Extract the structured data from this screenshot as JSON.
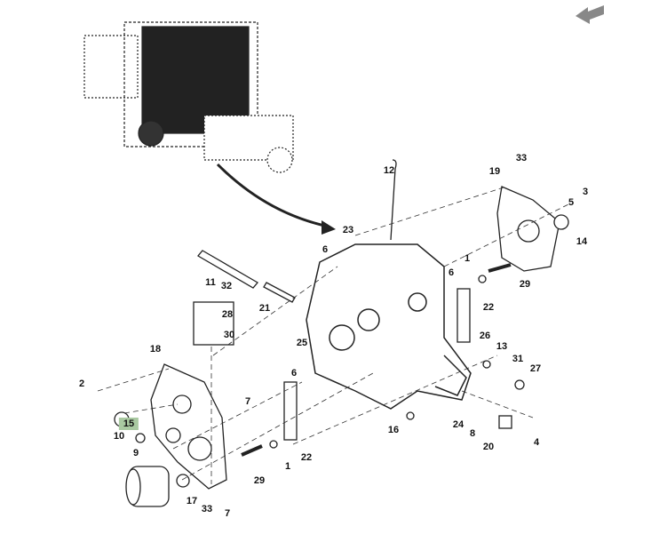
{
  "diagram": {
    "callouts": [
      "33",
      "19",
      "3",
      "5",
      "14",
      "12",
      "23",
      "6",
      "6",
      "1",
      "29",
      "11",
      "32",
      "28",
      "30",
      "21",
      "22",
      "25",
      "26",
      "13",
      "31",
      "27",
      "18",
      "2",
      "6",
      "7",
      "15",
      "10",
      "9",
      "16",
      "24",
      "8",
      "20",
      "4",
      "1",
      "22",
      "29",
      "17",
      "33",
      "7"
    ],
    "highlighted_callout": "15",
    "highlight_color": "#a9c9a1"
  },
  "nav": {
    "icon": "back-arrow-icon"
  }
}
